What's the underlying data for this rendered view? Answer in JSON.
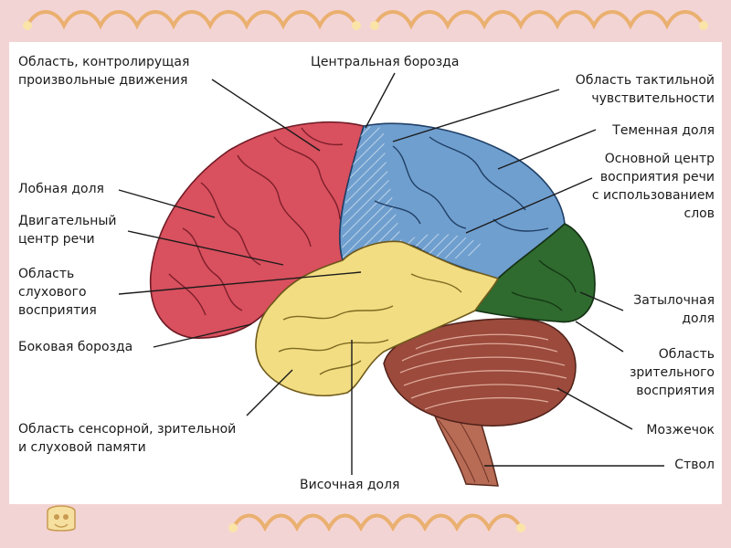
{
  "labels": {
    "motor_area": [
      "Область, контролирущая",
      "произвольные движения"
    ],
    "central_sulcus": "Центральная борозда",
    "tactile_area": [
      "Область тактильной",
      "чувствительности"
    ],
    "parietal_lobe": "Теменная доля",
    "speech_center": [
      "Основной центр",
      "восприятия речи",
      "с использованием",
      "слов"
    ],
    "frontal_lobe": "Лобная доля",
    "motor_speech": [
      "Двигательный",
      "центр речи"
    ],
    "auditory_area": [
      "Область",
      "слухового",
      "восприятия"
    ],
    "lateral_sulcus": "Боковая борозда",
    "occipital_lobe": [
      "Затылочная",
      "доля"
    ],
    "visual_area": [
      "Область",
      "зрительного",
      "восприятия"
    ],
    "cerebellum": "Мозжечок",
    "memory_area": [
      "Область сенсорной, зрительной",
      "и слуховой памяти"
    ],
    "brainstem": "Ствол",
    "temporal_lobe": "Височная доля"
  },
  "colors": {
    "frontal": "#d9505e",
    "parietal": "#6f9fcf",
    "temporal": "#f2dd82",
    "occipital": "#2f6a2e",
    "cerebellum": "#9b4a3c",
    "brainstem": "#b86b55",
    "background": "#f3d4d4",
    "border": "#f0b77a"
  }
}
